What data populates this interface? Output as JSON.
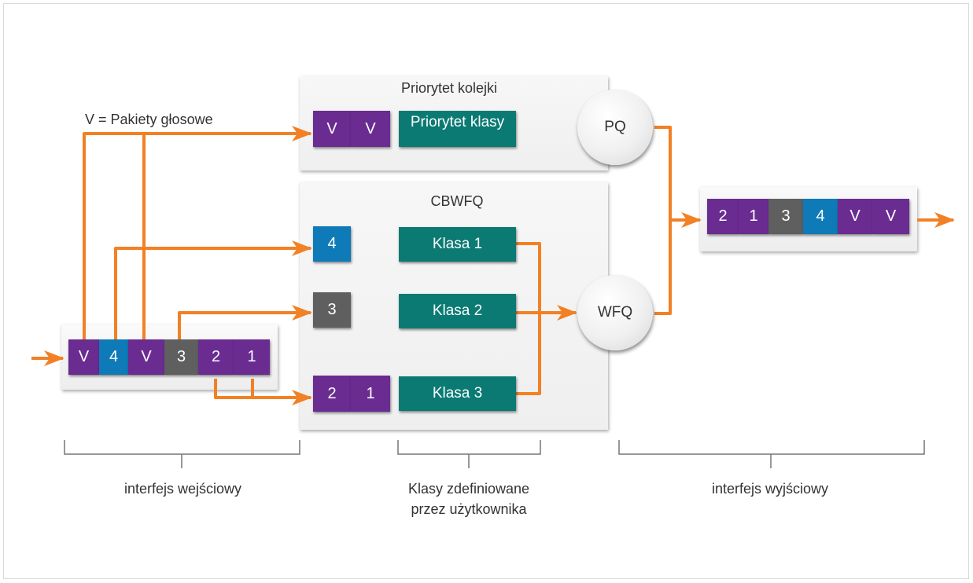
{
  "legend_text": "V = Pakiety głosowe",
  "priority_panel": {
    "title": "Priorytet kolejki",
    "packets": [
      "V",
      "V"
    ],
    "class_label": "Priorytet klasy",
    "scheduler": "PQ"
  },
  "cbwfq_panel": {
    "title": "CBWFQ",
    "queues": [
      {
        "packets": [
          "4"
        ],
        "class_label": "Klasa 1"
      },
      {
        "packets": [
          "3"
        ],
        "class_label": "Klasa 2"
      },
      {
        "packets": [
          "2",
          "1"
        ],
        "class_label": "Klasa 3"
      }
    ],
    "scheduler": "WFQ"
  },
  "input_queue": [
    "V",
    "4",
    "V",
    "3",
    "2",
    "1"
  ],
  "output_queue": [
    "2",
    "1",
    "3",
    "4",
    "V",
    "V"
  ],
  "bottom_labels": {
    "input": "interfejs wejściowy",
    "classes_line1": "Klasy zdefiniowane",
    "classes_line2": "przez użytkownika",
    "output": "interfejs wyjściowy"
  },
  "colors": {
    "voice": "#6a2c91",
    "class1": "#0e7ab8",
    "class2": "#5f5f5f",
    "class3": "#6a2c91",
    "class_box": "#0a7a73",
    "arrow": "#f28024"
  }
}
